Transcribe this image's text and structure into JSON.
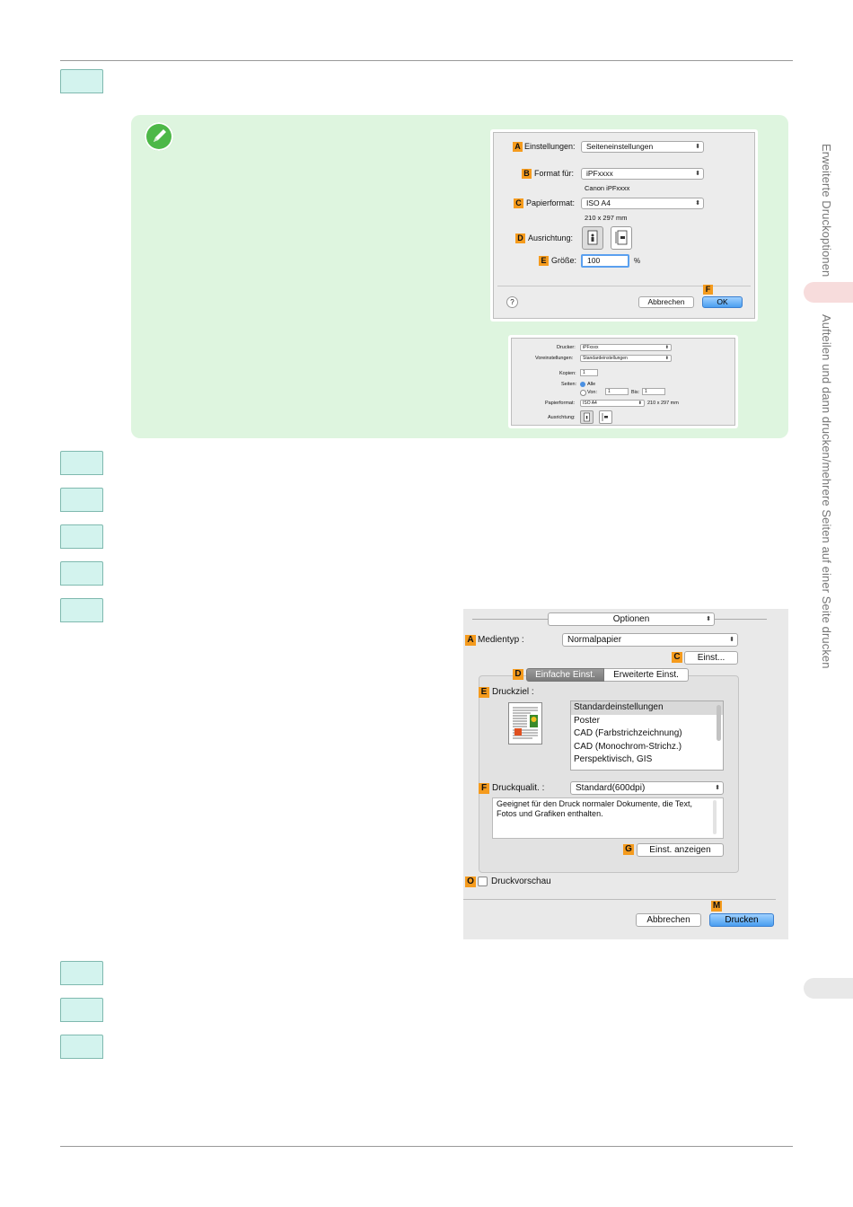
{
  "sidebar": {
    "chapter": "Erweiterte Druckoptionen",
    "section": "Aufteilen und dann drucken/mehrere Seiten auf einer Seite drucken"
  },
  "page_setup_dialog": {
    "settings_label": "Einstellungen:",
    "settings_value": "Seiteneinstellungen",
    "format_label": "Format für:",
    "format_value": "iPFxxxx",
    "format_sub": "Canon iPFxxxx",
    "paper_label": "Papierformat:",
    "paper_value": "ISO A4",
    "paper_sub": "210 x 297 mm",
    "orientation_label": "Ausrichtung:",
    "scale_label": "Größe:",
    "scale_value": "100",
    "scale_unit": "%",
    "help": "?",
    "cancel": "Abbrechen",
    "ok": "OK",
    "tags": {
      "a": "A",
      "b": "B",
      "c": "C",
      "d": "D",
      "e": "E",
      "f": "F"
    }
  },
  "print_dialog_small": {
    "printer_label": "Drucker:",
    "printer_value": "iPFxxxx",
    "presets_label": "Voreinstellungen:",
    "presets_value": "Standardeinstellungen",
    "copies_label": "Kopien:",
    "copies_value": "1",
    "pages_label": "Seiten:",
    "all": "Alle",
    "from": "Von:",
    "from_value": "1",
    "to": "Bis:",
    "to_value": "1",
    "paper_label": "Papierformat:",
    "paper_value": "ISO A4",
    "paper_size": "210 x 297 mm",
    "orientation_label": "Ausrichtung:"
  },
  "options_dialog": {
    "menu_value": "Optionen",
    "media_label": "Medientyp :",
    "media_value": "Normalpapier",
    "settings_button": "Einst...",
    "tab_simple": "Einfache Einst.",
    "tab_advanced": "Erweiterte Einst.",
    "target_label": "Druckziel :",
    "targets": [
      "Standardeinstellungen",
      "Poster",
      "CAD (Farbstrichzeichnung)",
      "CAD (Monochrom-Strichz.)",
      "Perspektivisch, GIS"
    ],
    "quality_label": "Druckqualit. :",
    "quality_value": "Standard(600dpi)",
    "description": "Geeignet für den Druck normaler Dokumente, die Text, Fotos und Grafiken enthalten.",
    "show_settings": "Einst. anzeigen",
    "preview_label": "Druckvorschau",
    "cancel": "Abbrechen",
    "print": "Drucken",
    "tags": {
      "a": "A",
      "c": "C",
      "d": "D",
      "e": "E",
      "f": "F",
      "g": "G",
      "o": "O",
      "m": "M"
    }
  }
}
